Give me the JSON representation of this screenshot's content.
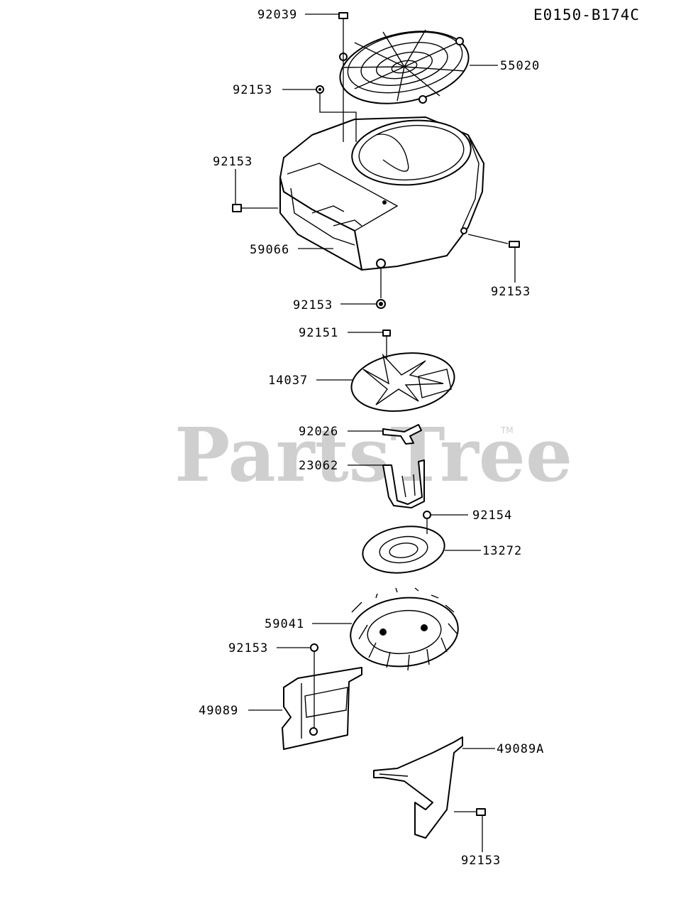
{
  "diagram_code": "E0150-B174C",
  "watermark": {
    "text": "PartsTree",
    "tm": "TM"
  },
  "callouts": {
    "c92039": "92039",
    "c55020": "55020",
    "c92153_a": "92153",
    "c92153_b": "92153",
    "c59066": "59066",
    "c92153_c": "92153",
    "c92153_d": "92153",
    "c92151": "92151",
    "c14037": "14037",
    "c92026": "92026",
    "c23062": "23062",
    "c92154": "92154",
    "c13272": "13272",
    "c59041": "59041",
    "c92153_e": "92153",
    "c49089": "49089",
    "c49089A": "49089A",
    "c92153_f": "92153"
  }
}
